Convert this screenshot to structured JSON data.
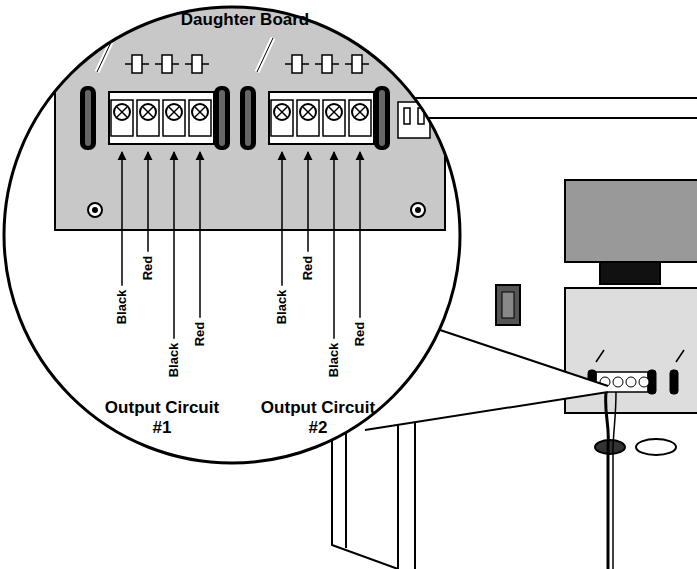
{
  "diagram": {
    "nodes": [
      {
        "text": [
          "Daughter Board"
        ]
      }
    ],
    "labels": [
      "Black",
      "Red",
      "Black",
      "Red",
      "Black",
      "Red",
      "Black",
      "Red",
      "Output Circuit #1",
      "Output Circuit #2"
    ]
  }
}
